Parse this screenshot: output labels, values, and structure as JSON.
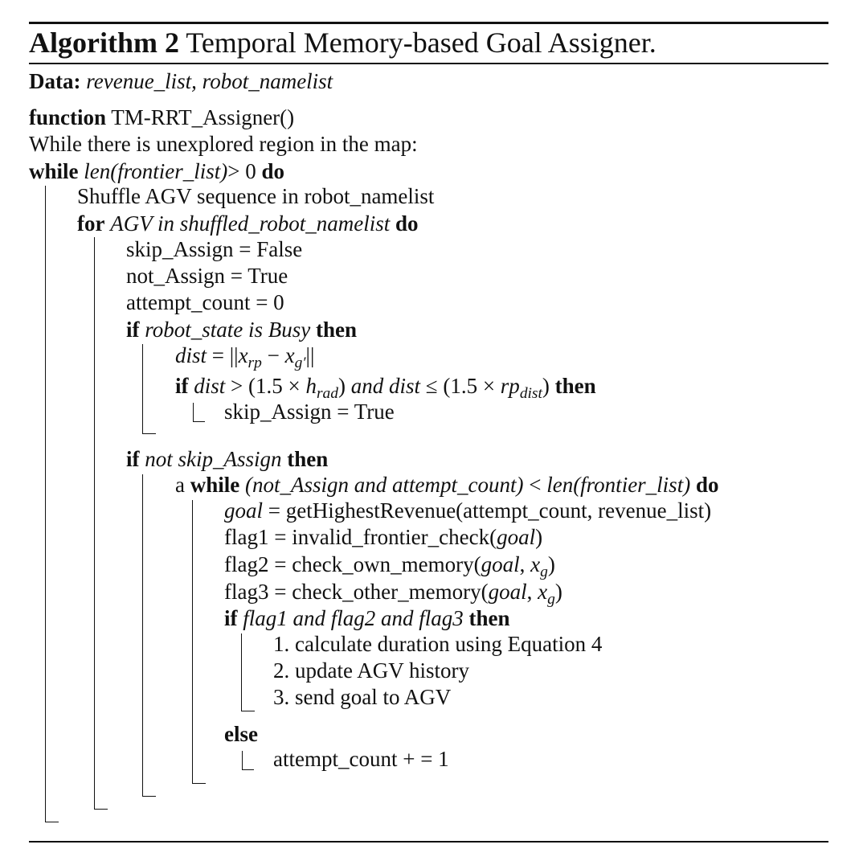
{
  "algorithm": {
    "label": "Algorithm 2",
    "title": "Temporal Memory-based Goal Assigner."
  },
  "data_line": {
    "keyword": "Data:",
    "value": "revenue_list, robot_namelist"
  },
  "lines": {
    "function_kw": "function",
    "function_name": "TM-RRT_Assigner()",
    "comment": "While there is unexplored region in the map:",
    "while_kw": "while",
    "while_cond": "len(frontier_list)",
    "gt": ">",
    "zero": "0",
    "do_kw": "do",
    "shuffle": "Shuffle AGV sequence in robot_namelist",
    "for_kw": "for",
    "for_cond": "AGV in shuffled_robot_namelist",
    "skip_init": "skip_Assign = False",
    "not_assign_init": "not_Assign = True",
    "attempt_init": "attempt_count = 0",
    "if_kw": "if",
    "busy_cond": "robot_state is Busy",
    "then_kw": "then",
    "dist_var": "dist",
    "eq": "=",
    "norm_open": "||",
    "x": "x",
    "rp_sub": "rp",
    "minus": "−",
    "g": "g",
    "prime": "′",
    "norm_close": "||",
    "if_dist_gt": ">",
    "open_15": "(1.5 ×",
    "h": "h",
    "rad_sub": "rad",
    "close_paren": ")",
    "and_kw": "and",
    "leq": "≤",
    "open_15b": "(1.5 ×",
    "rp": "rp",
    "dist_sub": "dist",
    "close_paren2": ")",
    "skip_true": "skip_Assign = True",
    "not_skip_cond": "not skip_Assign",
    "a_prefix": "a",
    "inner_while_cond": "(not_Assign and attempt_count)",
    "lt": "<",
    "inner_while_cond2": "len(frontier_list)",
    "goal_var": "goal",
    "goal_rhs": "= getHighestRevenue(attempt_count, revenue_list)",
    "flag1_lhs": "flag1 = invalid_frontier_check(",
    "flag2_lhs": "flag2 = check_own_memory(",
    "flag3_lhs": "flag3 = check_other_memory(",
    "comma": ",",
    "rparen": ")",
    "flags_cond": "flag1 and flag2 and flag3",
    "step1": "1. calculate duration using Equation 4",
    "step2": "2. update AGV history",
    "step3": "3. send goal to AGV",
    "else_kw": "else",
    "attempt_inc": "attempt_count",
    "plus_eq": "+ = 1"
  }
}
